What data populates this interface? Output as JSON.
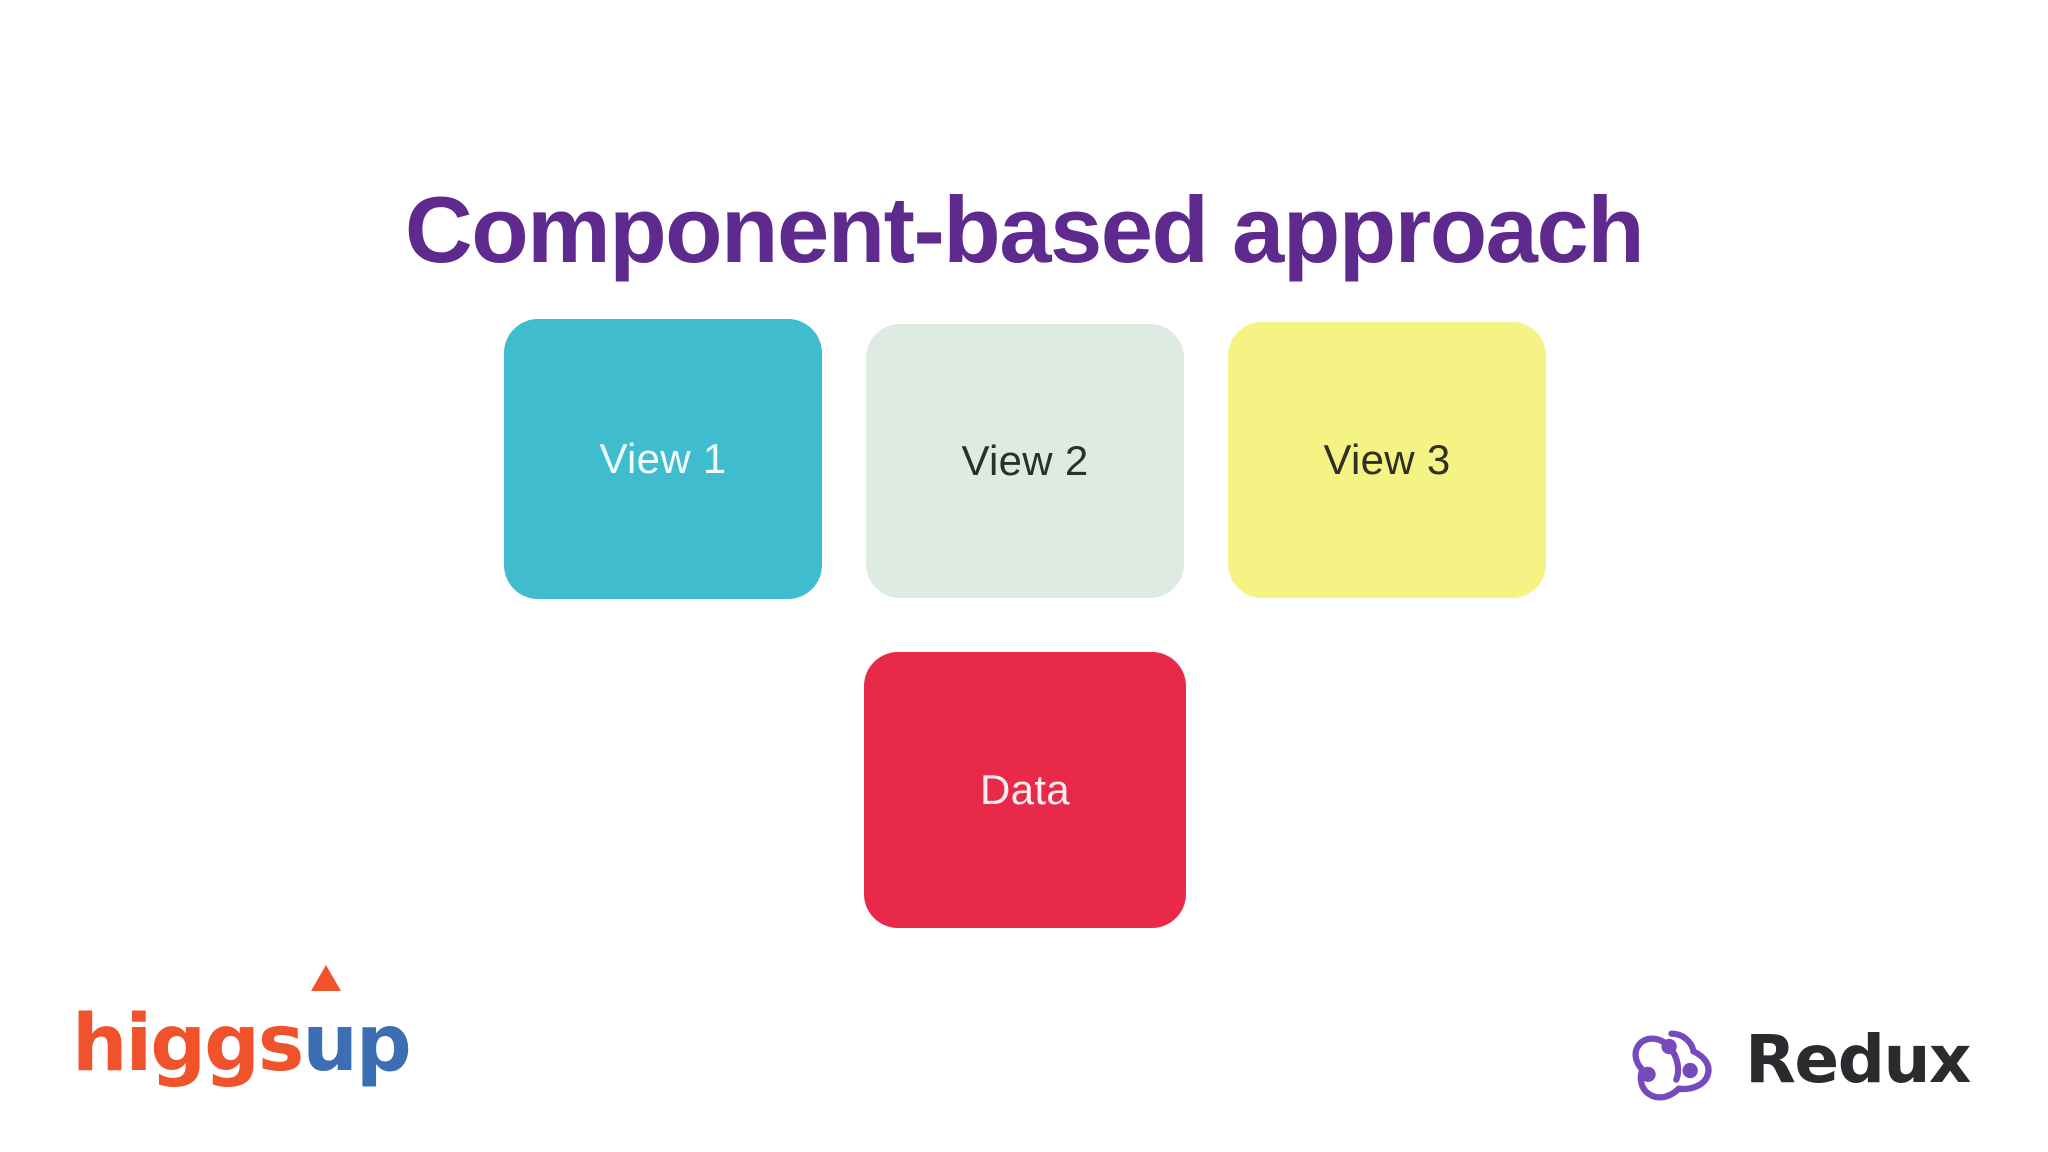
{
  "slide": {
    "title": "Component-based approach",
    "background_color": "#FFFFFF",
    "title_color": "#5E2A8E"
  },
  "diagram": {
    "type": "component-boxes",
    "nodes": [
      {
        "id": "view1",
        "label": "View 1",
        "fill": "#3FBCCE",
        "text_color": "#F2FCFE",
        "row": 1,
        "column": 1
      },
      {
        "id": "view2",
        "label": "View 2",
        "fill": "#DDEBE2",
        "text_color": "#26332B",
        "row": 1,
        "column": 2
      },
      {
        "id": "view3",
        "label": "View 3",
        "fill": "#F5F383",
        "text_color": "#2E3022",
        "row": 1,
        "column": 3
      },
      {
        "id": "data",
        "label": "Data",
        "fill": "#E8294A",
        "text_color": "#FCEEF0",
        "row": 2,
        "column": 2
      }
    ]
  },
  "footer": {
    "brand_logo": {
      "name": "higgsup",
      "part_one": "higgs",
      "part_two": "up",
      "part_one_color": "#F0522B",
      "part_two_color": "#3C6EB4",
      "accent_color": "#F0522B"
    },
    "tech_logo": {
      "name": "Redux",
      "wordmark": "Redux",
      "mark_color": "#764ABC",
      "wordmark_color": "#2B2B2F"
    }
  }
}
